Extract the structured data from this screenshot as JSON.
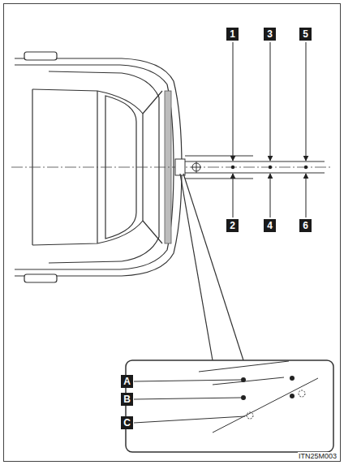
{
  "diagram": {
    "labels": [
      "1",
      "3",
      "5",
      "2",
      "4",
      "6",
      "A",
      "B",
      "C",
      "ITN25M003"
    ]
  }
}
